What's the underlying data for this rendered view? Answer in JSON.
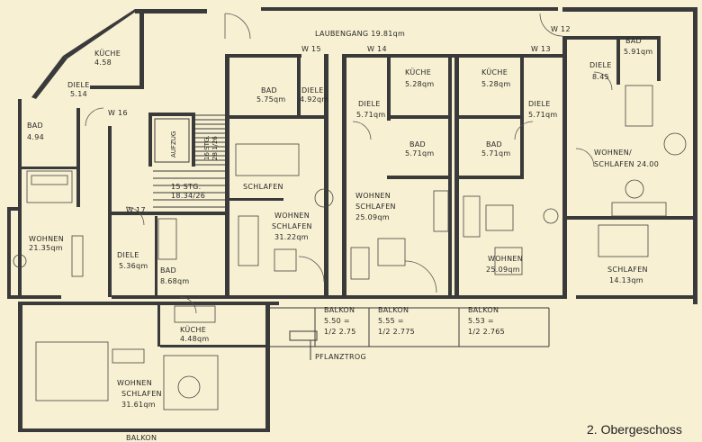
{
  "plan_title": "2. Obergeschoss",
  "rooms": [
    {
      "id": "kueche-a",
      "lines": [
        "KÜCHE",
        "4.58"
      ]
    },
    {
      "id": "diele-a",
      "lines": [
        "DIELE",
        "5.14"
      ]
    },
    {
      "id": "bad-a",
      "lines": [
        "BAD",
        "4.94"
      ]
    },
    {
      "id": "wohnen-a",
      "lines": [
        "WOHNEN",
        "21.35qm"
      ]
    },
    {
      "id": "w16",
      "lines": [
        "W 16"
      ]
    },
    {
      "id": "aufzug",
      "lines": [
        "AUFZUG"
      ]
    },
    {
      "id": "treppe",
      "lines": [
        "16 STG.",
        "28.1/26"
      ]
    },
    {
      "id": "treppe2",
      "lines": [
        "15 STG.",
        "18.34/26"
      ]
    },
    {
      "id": "w17",
      "lines": [
        "W 17"
      ]
    },
    {
      "id": "diele-b",
      "lines": [
        "DIELE",
        "5.36qm"
      ]
    },
    {
      "id": "bad-b",
      "lines": [
        "BAD",
        "8.68qm"
      ]
    },
    {
      "id": "w15",
      "lines": [
        "W 15"
      ]
    },
    {
      "id": "laubengang",
      "lines": [
        "LAUBENGANG    19.81qm"
      ]
    },
    {
      "id": "bad-c",
      "lines": [
        "BAD",
        "5.75qm"
      ]
    },
    {
      "id": "diele-c",
      "lines": [
        "DIELE",
        "4.92qm"
      ]
    },
    {
      "id": "schlafen-c",
      "lines": [
        "SCHLAFEN"
      ]
    },
    {
      "id": "wohnen-c",
      "lines": [
        "WOHNEN",
        "SCHLAFEN",
        "31.22qm"
      ]
    },
    {
      "id": "w14",
      "lines": [
        "W 14"
      ]
    },
    {
      "id": "kueche-d",
      "lines": [
        "KÜCHE",
        "5.28qm"
      ]
    },
    {
      "id": "diele-d",
      "lines": [
        "DIELE",
        "5.71qm"
      ]
    },
    {
      "id": "bad-d",
      "lines": [
        "BAD",
        "5.71qm"
      ]
    },
    {
      "id": "wohnen-d",
      "lines": [
        "WOHNEN",
        "SCHLAFEN",
        "25.09qm"
      ]
    },
    {
      "id": "w13",
      "lines": [
        "W 13"
      ]
    },
    {
      "id": "kueche-e",
      "lines": [
        "KÜCHE",
        "5.28qm"
      ]
    },
    {
      "id": "diele-e",
      "lines": [
        "DIELE",
        "5.71qm"
      ]
    },
    {
      "id": "bad-e",
      "lines": [
        "BAD",
        "5.71qm"
      ]
    },
    {
      "id": "wohnen-e",
      "lines": [
        "WOHNEN",
        "25.09qm"
      ]
    },
    {
      "id": "w12",
      "lines": [
        "W 12"
      ]
    },
    {
      "id": "bad-f",
      "lines": [
        "BAD",
        "5.91qm"
      ]
    },
    {
      "id": "diele-f",
      "lines": [
        "DIELE",
        "8.45"
      ]
    },
    {
      "id": "wohnen-f",
      "lines": [
        "WOHNEN/",
        "SCHLAFEN   24.00"
      ]
    },
    {
      "id": "schlafen-f",
      "lines": [
        "SCHLAFEN",
        "14.13qm"
      ]
    },
    {
      "id": "kueche-g",
      "lines": [
        "KÜCHE",
        "4.48qm"
      ]
    },
    {
      "id": "wohnen-g",
      "lines": [
        "WOHNEN",
        "SCHLAFEN",
        "31.61qm"
      ]
    },
    {
      "id": "balkon-1",
      "lines": [
        "BALKON",
        "5.50  =",
        "1/2  2.75"
      ]
    },
    {
      "id": "balkon-2",
      "lines": [
        "BALKON",
        "5.55  =",
        "1/2  2.775"
      ]
    },
    {
      "id": "balkon-3",
      "lines": [
        "BALKON",
        "5.53  =",
        "1/2  2.765"
      ]
    },
    {
      "id": "pflanztrog",
      "lines": [
        "PFLANZTROG"
      ]
    },
    {
      "id": "balkon-bottom",
      "lines": [
        "BALKON"
      ]
    }
  ]
}
